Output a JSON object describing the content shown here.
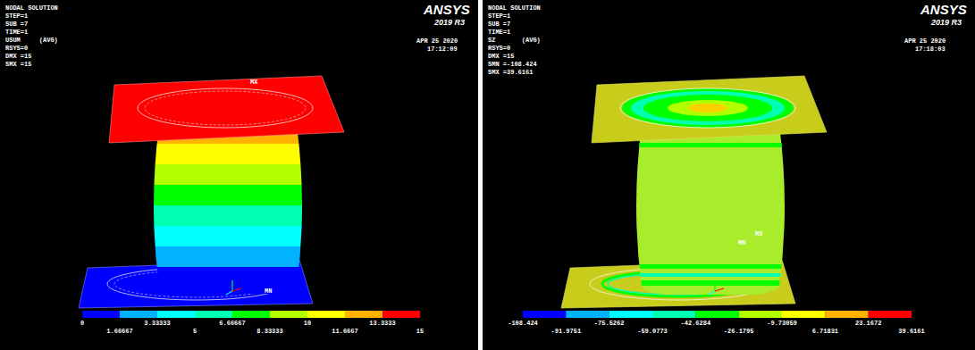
{
  "diagram": {
    "labels": [
      "NODAL SOLUTION",
      "STEP=1",
      "SUB =7",
      "TIME=1",
      "USUM     (AVG)",
      "RSYS=0",
      "DMX =15",
      "SMX =15",
      "ANSYS",
      "2019 R3",
      "APR 25 2020",
      "17:12:09",
      "MX",
      "MN",
      "0",
      "1.66667",
      "3.33333",
      "5",
      "6.66667",
      "8.33333",
      "10",
      "11.6667",
      "13.3333",
      "15",
      "NODAL SOLUTION",
      "STEP=1",
      "SUB =7",
      "TIME=1",
      "SZ       (AVG)",
      "RSYS=0",
      "DMX =15",
      "SMN =-108.424",
      "SMX =39.6161",
      "ANSYS",
      "2019 R3",
      "APR 25 2020",
      "17:18:03",
      "MN",
      "MX",
      "-108.424",
      "-91.9751",
      "-75.5262",
      "-59.0773",
      "-42.6284",
      "-26.1795",
      "-9.73059",
      "6.71831",
      "23.1672",
      "39.6161"
    ]
  }
}
